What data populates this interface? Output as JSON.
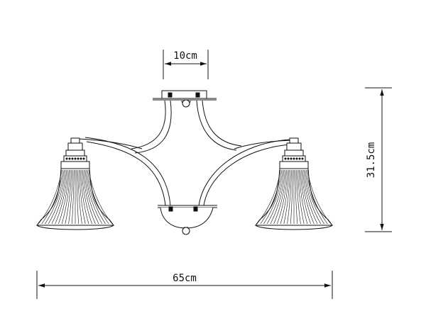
{
  "dimensions": {
    "base_width": "10cm",
    "total_width": "65cm",
    "total_height": "31.5cm"
  },
  "colors": {
    "line": "#111111",
    "background": "#ffffff"
  }
}
